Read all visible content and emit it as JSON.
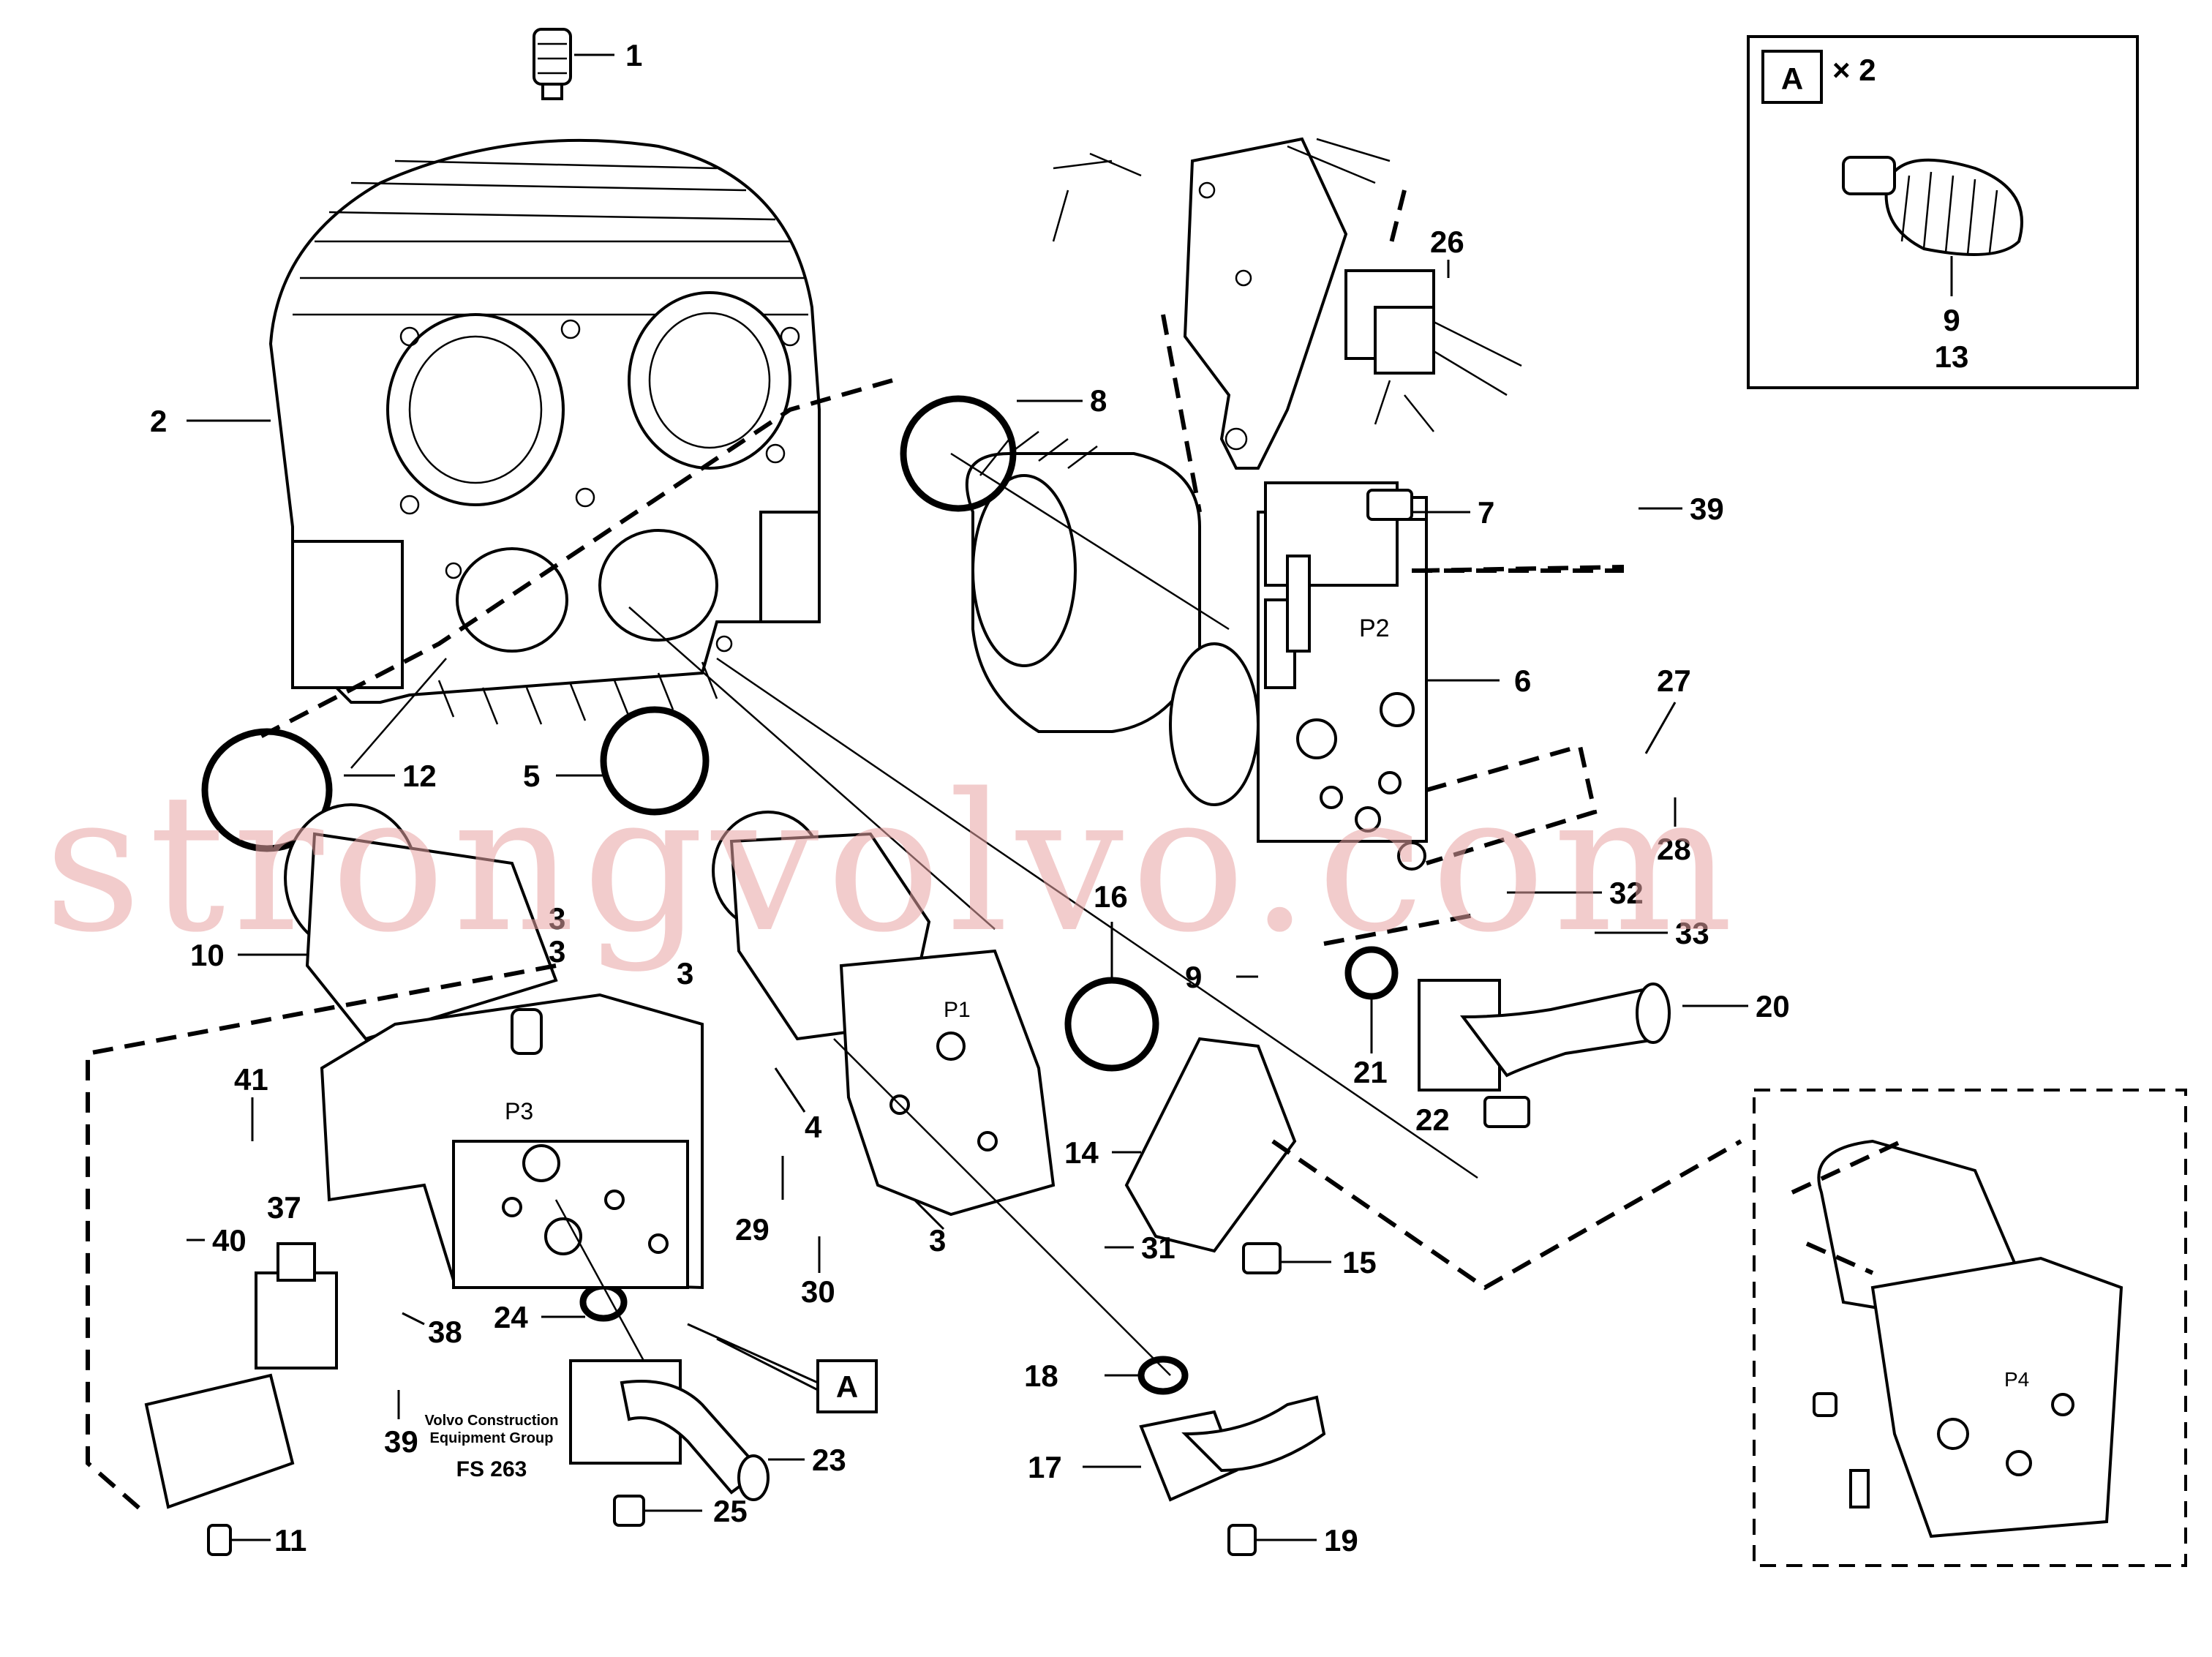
{
  "watermark": "strongvolvo.com",
  "footer": {
    "line1": "Volvo Construction",
    "line2": "Equipment Group",
    "code": "FS 263"
  },
  "inset_top": {
    "ref_letter": "A",
    "multiplier": "× 2",
    "labels": [
      "9",
      "13"
    ]
  },
  "ref_box": "A",
  "pump_labels": {
    "p1": "P1",
    "p2": "P2",
    "p3": "P3",
    "p4": "P4"
  },
  "callouts": {
    "c1": "1",
    "c2": "2",
    "c3": "3",
    "c3a": "3",
    "c3b": "3",
    "c3c": "3",
    "c4": "4",
    "c5": "5",
    "c6": "6",
    "c7": "7",
    "c8": "8",
    "c9": "9",
    "c10": "10",
    "c11": "11",
    "c12": "12",
    "c14": "14",
    "c15": "15",
    "c16": "16",
    "c17": "17",
    "c18": "18",
    "c19": "19",
    "c20": "20",
    "c21": "21",
    "c22": "22",
    "c23": "23",
    "c24": "24",
    "c25": "25",
    "c26": "26",
    "c27": "27",
    "c28": "28",
    "c29": "29",
    "c30": "30",
    "c31": "31",
    "c32": "32",
    "c33": "33",
    "c37": "37",
    "c38": "38",
    "c39a": "39",
    "c39b": "39",
    "c40": "40",
    "c41": "41"
  }
}
